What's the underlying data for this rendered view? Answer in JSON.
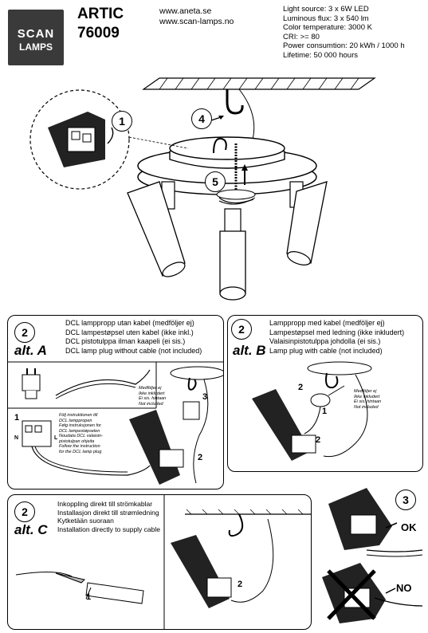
{
  "header": {
    "brand": {
      "line1": "SCAN",
      "line2": "LAMPS"
    },
    "product": {
      "name": "ARTIC",
      "number": "76009"
    },
    "websites": [
      "www.aneta.se",
      "www.scan-lamps.no"
    ],
    "specs": [
      "Light source: 3 x 6W LED",
      "Luminous flux: 3 x 540 lm",
      "Color temperature: 3000 K",
      "CRI: >= 80",
      "Power consumtion: 20 kWh / 1000 h",
      "Lifetime: 50 000 hours"
    ]
  },
  "main_figure": {
    "steps": [
      "1",
      "4",
      "5"
    ]
  },
  "panel_a": {
    "step": "2",
    "alt": "alt. A",
    "lines": [
      "DCL lamppropp utan kabel (medföljer ej)",
      "DCL lampestøpsel uten kabel (ikke inkl.)",
      "DCL  pistotulppa ilman kaapeli (ei sis.)",
      "DCL lamp plug without cable (not included)"
    ],
    "instruction": [
      "Följ instruktionen till",
      "DCL lamppropen",
      "Følg instruksjonen for",
      "DCL lampestøpselen",
      "Noudata DCL valaisin-",
      "pistotulpan ohjeita",
      "Follow the instruction",
      "for the DCL lamp plug"
    ],
    "not_included": [
      "Medföljer ej",
      "Ikke inkludert",
      "Ei sis. hintaan",
      "Not included"
    ],
    "labels": {
      "one": "1",
      "two": "2",
      "three": "3",
      "n": "N",
      "l": "L"
    }
  },
  "panel_b": {
    "step": "2",
    "alt": "alt. B",
    "lines": [
      "Lamppropp med kabel (medföljer ej)",
      "Lampestøpsel med ledning (ikke inkludert)",
      "Valaisinpistotulppa johdolla (ei sis.)",
      "Lamp plug with cable (not included)"
    ],
    "not_included": [
      "Medföljer ej",
      "Ikke inkludert",
      "Ei sis. hintaan",
      "Not included"
    ],
    "labels": {
      "one": "1",
      "two": "2"
    }
  },
  "panel_c": {
    "step": "2",
    "alt": "alt. C",
    "lines": [
      "Inkoppling direkt till strömkablar",
      "Installasjon direkt till strømledning",
      "Kytketään suoraan",
      "Installation directly to supply cable"
    ],
    "labels": {
      "one": "1",
      "two": "2"
    }
  },
  "side": {
    "step": "3",
    "ok": "OK",
    "no": "NO"
  }
}
